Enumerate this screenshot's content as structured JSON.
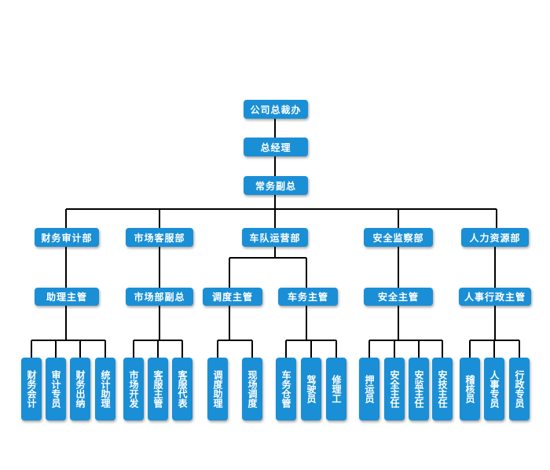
{
  "org": {
    "top": "公司总裁办",
    "gm": "总经理",
    "vp": "常务副总",
    "departments": [
      {
        "name": "财务审计部",
        "manager": "助理主管",
        "staff": [
          "财务会计",
          "审计专员",
          "财务出纳",
          "统计助理"
        ]
      },
      {
        "name": "市场客服部",
        "manager": "市场部副总",
        "staff": [
          "市场开发",
          "客服主管",
          "客服代表"
        ]
      },
      {
        "name": "车队运营部",
        "managers": [
          {
            "name": "调度主管",
            "staff": [
              "调度助理",
              "现场调度"
            ]
          },
          {
            "name": "车务主管",
            "staff": [
              "车务仓管",
              "驾驶员",
              "修理工"
            ]
          }
        ]
      },
      {
        "name": "安全监察部",
        "manager": "安全主管",
        "staff": [
          "押运员",
          "安全主任",
          "安监主任",
          "安技主任"
        ]
      },
      {
        "name": "人力资源部",
        "manager": "人事行政主管",
        "staff": [
          "稽核员",
          "人事专员",
          "行政专员"
        ]
      }
    ]
  }
}
